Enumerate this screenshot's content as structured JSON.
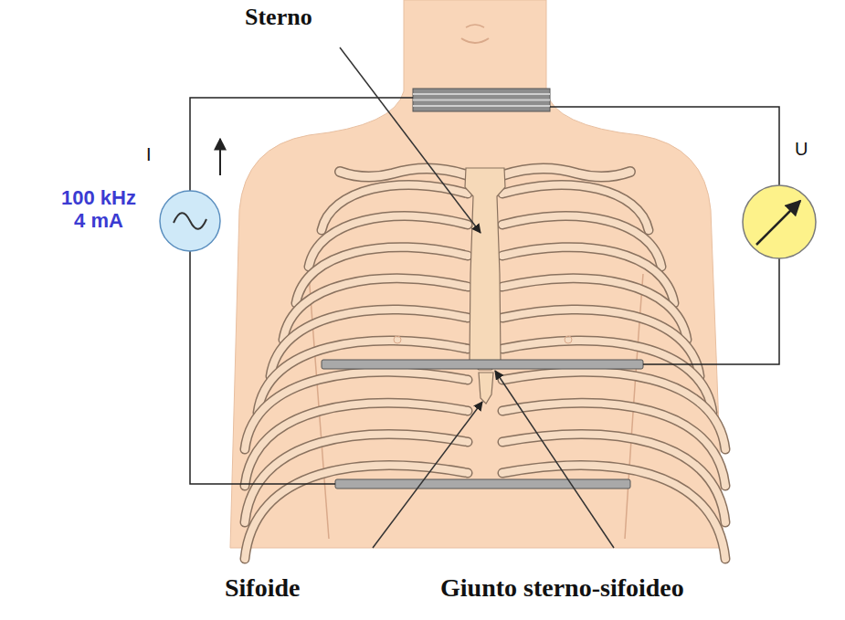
{
  "diagram": {
    "labels": [
      "Sterno",
      "I",
      "100 kHz 4 mA",
      "U",
      "Sifoide",
      "Giunto sterno-sifoideo"
    ]
  }
}
